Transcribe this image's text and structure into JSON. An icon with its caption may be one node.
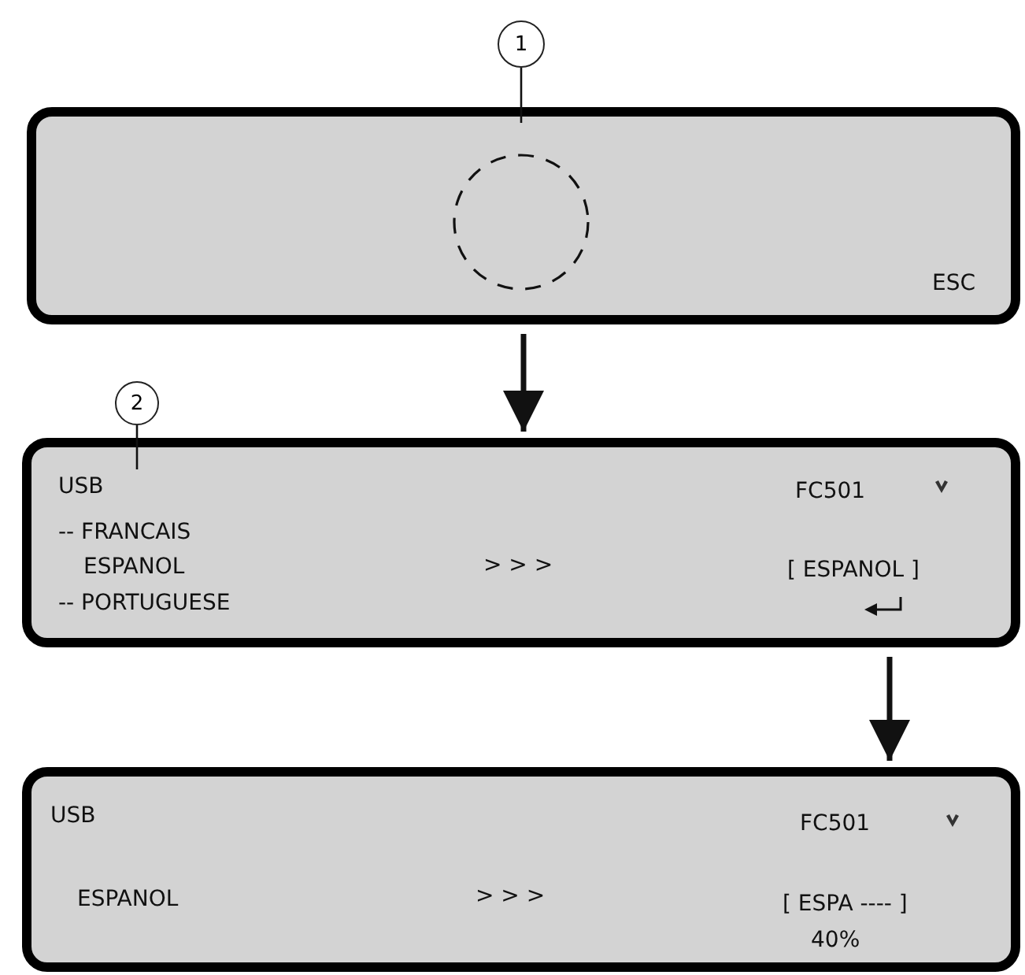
{
  "diagram": {
    "nodes": [
      {
        "text": [
          "1"
        ]
      },
      {
        "text": [
          "ESC"
        ]
      },
      {
        "text": [],
        "shape": "circle",
        "in": 1
      },
      {
        "text": [
          "2"
        ]
      },
      {
        "text": [
          "USB",
          "FC501",
          "-- FRANCAIS",
          "ESPANOL",
          "-- PORTUGUESE",
          "> > >",
          "[ ESPANOL ]"
        ]
      },
      {
        "text": [
          "USB",
          "FC501",
          "ESPANOL",
          "> > >",
          "[ ESPA ---- ]",
          "40%"
        ]
      }
    ],
    "edges": [
      {
        "from": 0,
        "to": 1,
        "arrow": "none"
      },
      {
        "from": 3,
        "to": 4,
        "arrow": "none"
      },
      {
        "from": 1,
        "to": 4,
        "arrow": "to",
        "style": "thick"
      },
      {
        "from": 4,
        "to": 5,
        "arrow": "to",
        "style": "thick"
      }
    ]
  }
}
